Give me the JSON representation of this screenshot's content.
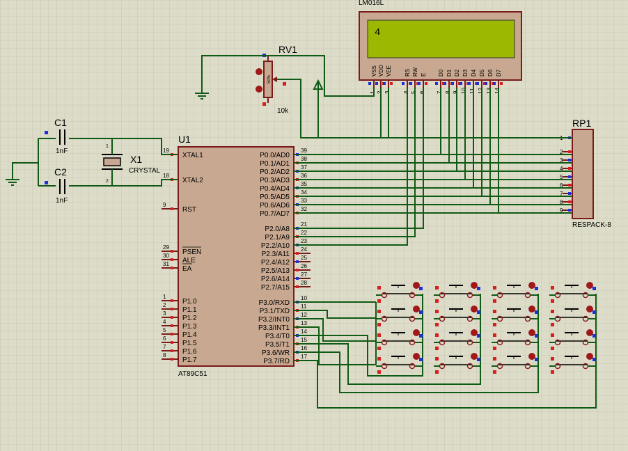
{
  "lcd": {
    "name": "LM016L",
    "display": "4",
    "pins": [
      {
        "num": "1",
        "name": "VSS"
      },
      {
        "num": "2",
        "name": "VDD"
      },
      {
        "num": "3",
        "name": "VEE"
      },
      {
        "num": "4",
        "name": "RS"
      },
      {
        "num": "5",
        "name": "RW"
      },
      {
        "num": "6",
        "name": "E"
      },
      {
        "num": "7",
        "name": "D0"
      },
      {
        "num": "8",
        "name": "D1"
      },
      {
        "num": "9",
        "name": "D2"
      },
      {
        "num": "10",
        "name": "D3"
      },
      {
        "num": "11",
        "name": "D4"
      },
      {
        "num": "12",
        "name": "D5"
      },
      {
        "num": "13",
        "name": "D6"
      },
      {
        "num": "14",
        "name": "D7"
      }
    ]
  },
  "rv1": {
    "ref": "RV1",
    "value": "10k",
    "body_text": "50%"
  },
  "c1": {
    "ref": "C1",
    "value": "1nF"
  },
  "c2": {
    "ref": "C2",
    "value": "1nF"
  },
  "x1": {
    "ref": "X1",
    "value": "CRYSTAL"
  },
  "u1": {
    "ref": "U1",
    "part": "AT89C51",
    "left_pins": [
      {
        "num": "19",
        "name": "XTAL1"
      },
      {
        "num": "18",
        "name": "XTAL2"
      },
      {
        "num": "9",
        "name": "RST"
      },
      {
        "num": "29",
        "name": "PSEN"
      },
      {
        "num": "30",
        "name": "ALE"
      },
      {
        "num": "31",
        "name": "EA"
      },
      {
        "num": "1",
        "name": "P1.0"
      },
      {
        "num": "2",
        "name": "P1.1"
      },
      {
        "num": "3",
        "name": "P1.2"
      },
      {
        "num": "4",
        "name": "P1.3"
      },
      {
        "num": "5",
        "name": "P1.4"
      },
      {
        "num": "6",
        "name": "P1.5"
      },
      {
        "num": "7",
        "name": "P1.6"
      },
      {
        "num": "8",
        "name": "P1.7"
      }
    ],
    "right_pins": [
      {
        "num": "39",
        "name": "P0.0/AD0"
      },
      {
        "num": "38",
        "name": "P0.1/AD1"
      },
      {
        "num": "37",
        "name": "P0.2/AD2"
      },
      {
        "num": "36",
        "name": "P0.3/AD3"
      },
      {
        "num": "35",
        "name": "P0.4/AD4"
      },
      {
        "num": "34",
        "name": "P0.5/AD5"
      },
      {
        "num": "33",
        "name": "P0.6/AD6"
      },
      {
        "num": "32",
        "name": "P0.7/AD7"
      },
      {
        "num": "21",
        "name": "P2.0/A8"
      },
      {
        "num": "22",
        "name": "P2.1/A9"
      },
      {
        "num": "23",
        "name": "P2.2/A10"
      },
      {
        "num": "24",
        "name": "P2.3/A11"
      },
      {
        "num": "25",
        "name": "P2.4/A12"
      },
      {
        "num": "26",
        "name": "P2.5/A13"
      },
      {
        "num": "27",
        "name": "P2.6/A14"
      },
      {
        "num": "28",
        "name": "P2.7/A15"
      },
      {
        "num": "10",
        "name": "P3.0/RXD"
      },
      {
        "num": "11",
        "name": "P3.1/TXD"
      },
      {
        "num": "12",
        "name": "P3.2/INT0"
      },
      {
        "num": "13",
        "name": "P3.3/INT1"
      },
      {
        "num": "14",
        "name": "P3.4/T0"
      },
      {
        "num": "15",
        "name": "P3.5/T1"
      },
      {
        "num": "16",
        "name": "P3.6/WR"
      },
      {
        "num": "17",
        "name": "P3.7/RD"
      }
    ]
  },
  "rp1": {
    "ref": "RP1",
    "part": "RESPACK-8",
    "pins": [
      "1",
      "2",
      "3",
      "4",
      "5",
      "6",
      "7",
      "8",
      "9"
    ]
  },
  "colors": {
    "background": "#dcdcc8",
    "wire": "#0f5a14",
    "component": "#7a1b1b",
    "lcd_screen": "#9db800"
  }
}
